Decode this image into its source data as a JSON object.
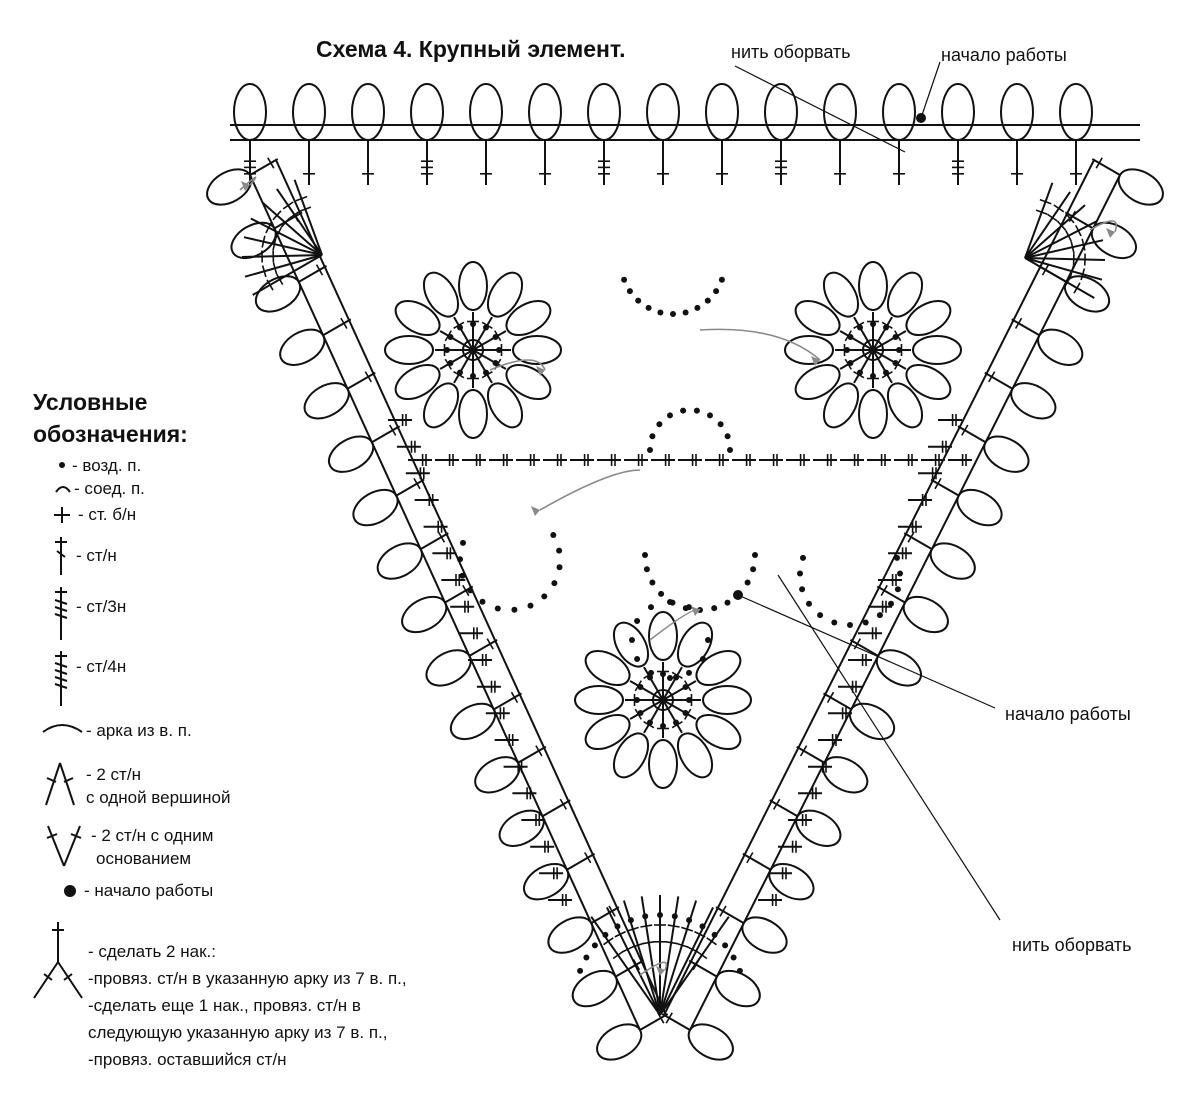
{
  "title": "Схема 4. Крупный элемент.",
  "callouts": {
    "top_cut": "нить оборвать",
    "top_start": "начало работы",
    "right_start": "начало работы",
    "right_cut": "нить оборвать"
  },
  "legend": {
    "heading_line1": "Условные",
    "heading_line2": "обозначения:",
    "items": [
      {
        "symbol": "chain-dot",
        "text": "- возд. п."
      },
      {
        "symbol": "slip-stitch-arc",
        "text": "- соед. п."
      },
      {
        "symbol": "single-crochet-cross",
        "text": "- ст. б/н"
      },
      {
        "symbol": "double-crochet",
        "text": "- ст/н"
      },
      {
        "symbol": "treble-3-crochet",
        "text": "- ст/3н"
      },
      {
        "symbol": "treble-4-crochet",
        "text": "- ст/4н"
      },
      {
        "symbol": "chain-arch",
        "text": "- арка из в. п."
      },
      {
        "symbol": "two-dc-one-top",
        "text": "- 2 ст/н",
        "text2": "с одной вершиной"
      },
      {
        "symbol": "two-dc-one-base",
        "text": "- 2 ст/н с одним",
        "text2": "основанием"
      },
      {
        "symbol": "start-dot",
        "text": "- начало работы"
      },
      {
        "symbol": "combo-stitch",
        "lines": [
          "- сделать 2 нак.:",
          "-провяз. ст/н в указанную арку из 7 в. п.,",
          "-сделать еще 1 нак., провяз. ст/н в",
          "следующую указанную арку из 7 в. п.,",
          "-провяз. оставшийся ст/н"
        ]
      }
    ]
  },
  "colors": {
    "ink": "#111111",
    "arrow": "#8a8a8a",
    "paper": "#ffffff"
  }
}
